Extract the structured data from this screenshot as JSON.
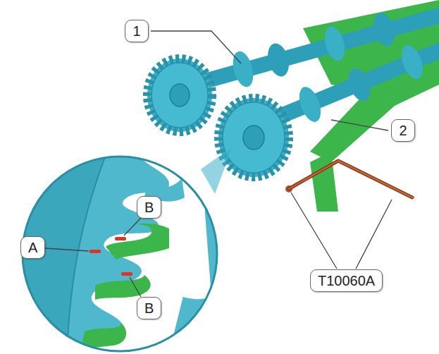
{
  "diagram": {
    "nodes": [
      {
        "text": [
          "1"
        ]
      },
      {
        "text": [
          "2"
        ]
      },
      {
        "text": [
          "B"
        ]
      },
      {
        "text": [
          "A"
        ]
      },
      {
        "text": [
          "T10060A"
        ]
      },
      {
        "text": [
          "B"
        ]
      }
    ]
  }
}
